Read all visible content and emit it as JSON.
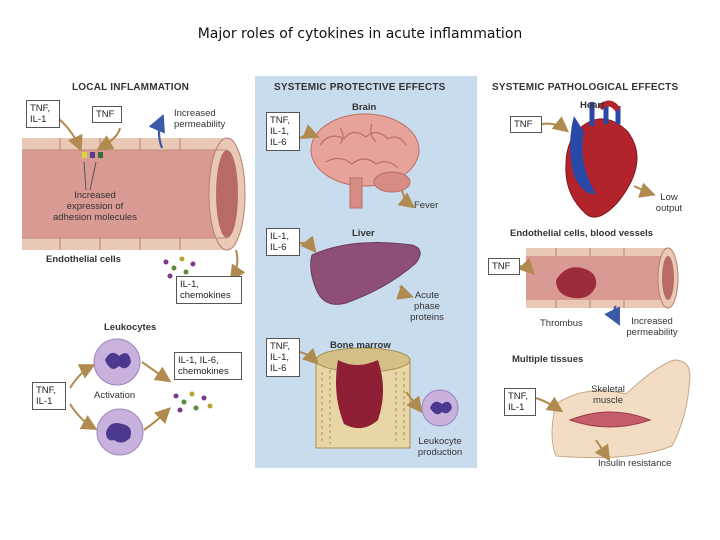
{
  "title": "Major roles of cytokines in acute inflammation",
  "colors": {
    "systemic_panel": "#c9dcee",
    "vessel_wall": "#e9c9b6",
    "vessel_lumen": "#d89a93",
    "brain": "#e7a39a",
    "liver": "#8d4f76",
    "bone": "#e8d6a6",
    "marrow": "#8e1f34",
    "leukocyte": "#b79ad1",
    "heart_red": "#b3232b",
    "heart_blue": "#2a49a7",
    "arrow_tan": "#c9a46a",
    "arrow_blue": "#3a5aa8"
  },
  "local": {
    "header": "LOCAL INFLAMMATION",
    "box_tnf_il1": "TNF,\nIL-1",
    "box_tnf": "TNF",
    "increased_permeability": "Increased\npermeability",
    "adhesion": "Increased\nexpression of\nadhesion molecules",
    "endothelial_cells": "Endothelial cells",
    "box_il1_chemokines": "IL-1,\nchemokines",
    "leukocytes": "Leukocytes",
    "box_il1_il6_chemokines": "IL-1, IL-6,\nchemokines",
    "box_tnf_il1_2": "TNF,\nIL-1",
    "activation": "Activation"
  },
  "protective": {
    "header": "SYSTEMIC PROTECTIVE EFFECTS",
    "brain": "Brain",
    "box_brain": "TNF,\nIL-1,\nIL-6",
    "fever": "Fever",
    "liver": "Liver",
    "box_liver": "IL-1,\nIL-6",
    "acute_phase": "Acute\nphase\nproteins",
    "bone_marrow": "Bone marrow",
    "box_marrow": "TNF,\nIL-1,\nIL-6",
    "leukocyte_production": "Leukocyte\nproduction"
  },
  "pathological": {
    "header": "SYSTEMIC PATHOLOGICAL EFFECTS",
    "heart": "Heart",
    "box_heart": "TNF",
    "low_output": "Low\noutput",
    "endothelial_vessels": "Endothelial cells, blood vessels",
    "box_vessel": "TNF",
    "thrombus": "Thrombus",
    "increased_permeability": "Increased\npermeability",
    "multiple_tissues": "Multiple tissues",
    "box_tissue": "TNF,\nIL-1",
    "skeletal_muscle": "Skeletal\nmuscle",
    "insulin_resistance": "Insulin resistance"
  }
}
